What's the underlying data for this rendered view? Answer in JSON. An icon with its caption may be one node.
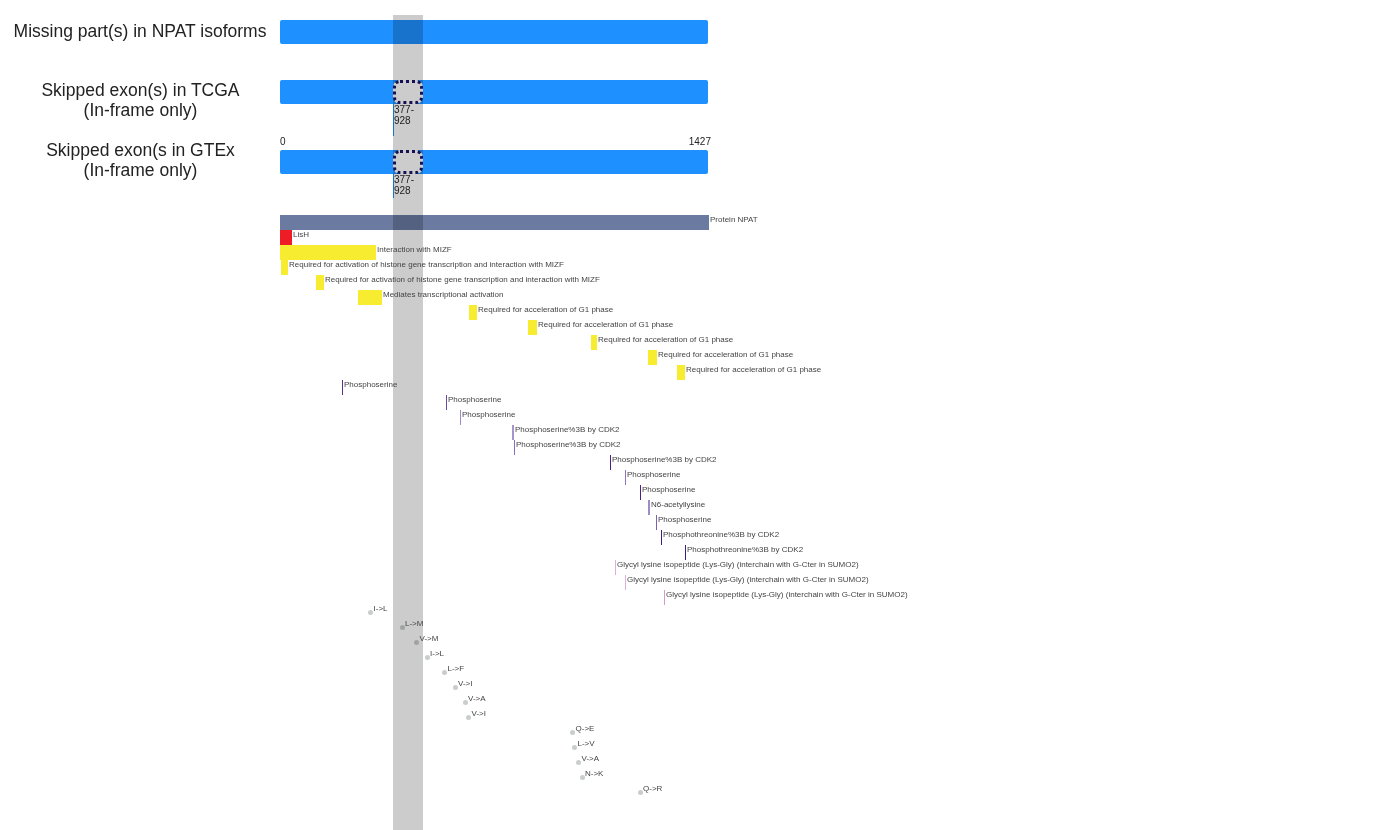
{
  "diagram": {
    "nodes": [
      {
        "text": [],
        "shape": "bar",
        "beside": [
          "Missing part(s) in NPAT isoforms"
        ]
      },
      {
        "text": [],
        "shape": "bar",
        "beside": [
          "Skipped exon(s) in TCGA (In-frame only)"
        ]
      },
      {
        "text": [],
        "shape": "box",
        "in": 1,
        "beside": [
          "377-928"
        ]
      },
      {
        "text": [],
        "shape": "bar",
        "beside": [
          "Skipped exon(s in GTEx (In-frame only)"
        ]
      },
      {
        "text": [],
        "shape": "box",
        "in": 3,
        "beside": [
          "377-928"
        ]
      },
      {
        "text": [],
        "shape": "bar",
        "beside": [
          "Protein NPAT"
        ]
      },
      {
        "text": [],
        "shape": "bar",
        "beside": [
          "LisH"
        ]
      },
      {
        "text": [],
        "shape": "bar",
        "beside": [
          "Interaction with MIZF"
        ]
      },
      {
        "text": [],
        "shape": "bar",
        "beside": [
          "Required for activation of histone gene transcription and interaction with MIZF"
        ]
      },
      {
        "text": [],
        "shape": "bar",
        "beside": [
          "Required for activation of histone gene transcription and interaction with MIZF"
        ]
      },
      {
        "text": [],
        "shape": "bar",
        "beside": [
          "Mediates transcriptional activation"
        ]
      },
      {
        "text": [],
        "shape": "bar",
        "beside": [
          "Required for acceleration of G1 phase"
        ]
      },
      {
        "text": [],
        "shape": "bar",
        "beside": [
          "Required for acceleration of G1 phase"
        ]
      },
      {
        "text": [],
        "shape": "bar",
        "beside": [
          "Required for acceleration of G1 phase"
        ]
      },
      {
        "text": [],
        "shape": "bar",
        "beside": [
          "Required for acceleration of G1 phase"
        ]
      },
      {
        "text": [],
        "shape": "bar",
        "beside": [
          "Required for acceleration of G1 phase"
        ]
      },
      {
        "text": [],
        "shape": "bar",
        "beside": [
          "Phosphoserine"
        ]
      },
      {
        "text": [],
        "shape": "bar",
        "beside": [
          "Phosphoserine"
        ]
      },
      {
        "text": [],
        "shape": "bar",
        "beside": [
          "Phosphoserine"
        ]
      },
      {
        "text": [],
        "shape": "bar",
        "beside": [
          "Phosphoserine%3B by CDK2"
        ]
      },
      {
        "text": [],
        "shape": "bar",
        "beside": [
          "Phosphoserine%3B by CDK2"
        ]
      },
      {
        "text": [],
        "shape": "bar",
        "beside": [
          "Phosphoserine%3B by CDK2"
        ]
      },
      {
        "text": [],
        "shape": "bar",
        "beside": [
          "Phosphoserine"
        ]
      },
      {
        "text": [],
        "shape": "bar",
        "beside": [
          "Phosphoserine"
        ]
      },
      {
        "text": [],
        "shape": "bar",
        "beside": [
          "N6-acetyllysine"
        ]
      },
      {
        "text": [],
        "shape": "bar",
        "beside": [
          "Phosphoserine"
        ]
      },
      {
        "text": [],
        "shape": "bar",
        "beside": [
          "Phosphothreonine%3B by CDK2"
        ]
      },
      {
        "text": [],
        "shape": "bar",
        "beside": [
          "Phosphothreonine%3B by CDK2"
        ]
      },
      {
        "text": [],
        "shape": "bar",
        "beside": [
          "Glycyl lysine isopeptide (Lys-Gly) (interchain with G-Cter in SUMO2)"
        ]
      },
      {
        "text": [],
        "shape": "bar",
        "beside": [
          "Glycyl lysine isopeptide (Lys-Gly) (interchain with G-Cter in SUMO2)"
        ]
      },
      {
        "text": [],
        "shape": "bar",
        "beside": [
          "Glycyl lysine isopeptide (Lys-Gly) (interchain with G-Cter in SUMO2)"
        ]
      },
      {
        "text": [],
        "shape": "circle",
        "beside": [
          "I->L"
        ]
      },
      {
        "text": [],
        "shape": "circle",
        "beside": [
          "L->M"
        ]
      },
      {
        "text": [],
        "shape": "circle",
        "beside": [
          "V->M"
        ]
      },
      {
        "text": [],
        "shape": "circle",
        "beside": [
          "I->L"
        ]
      },
      {
        "text": [],
        "shape": "circle",
        "beside": [
          "L->F"
        ]
      },
      {
        "text": [],
        "shape": "circle",
        "beside": [
          "V->I"
        ]
      },
      {
        "text": [],
        "shape": "circle",
        "beside": [
          "V->A"
        ]
      },
      {
        "text": [],
        "shape": "circle",
        "beside": [
          "V->I"
        ]
      },
      {
        "text": [],
        "shape": "circle",
        "beside": [
          "Q->E"
        ]
      },
      {
        "text": [],
        "shape": "circle",
        "beside": [
          "L->V"
        ]
      },
      {
        "text": [],
        "shape": "circle",
        "beside": [
          "V->A"
        ]
      },
      {
        "text": [],
        "shape": "circle",
        "beside": [
          "N->K"
        ]
      },
      {
        "text": [],
        "shape": "circle",
        "beside": [
          "Q->R"
        ]
      }
    ],
    "labels": [
      "0",
      "1427"
    ]
  }
}
